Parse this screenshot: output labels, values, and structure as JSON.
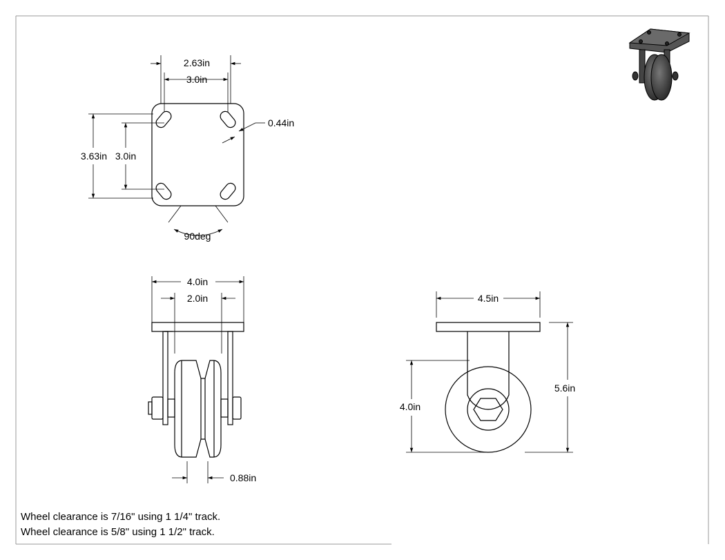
{
  "top_view": {
    "plate_width": "2.63in",
    "hole_spacing_x": "3.0in",
    "slot_width": "0.44in",
    "plate_height": "3.63in",
    "hole_spacing_y": "3.0in",
    "angle": "90deg"
  },
  "front_view": {
    "overall_width": "4.0in",
    "inner_width": "2.0in",
    "tread_width": "0.88in"
  },
  "side_view": {
    "plate_width": "4.5in",
    "wheel_diameter": "4.0in",
    "overall_height": "5.6in"
  },
  "notes": [
    "Wheel clearance is 7/16\" using 1 1/4\" track.",
    "Wheel clearance is 5/8\" using 1 1/2\" track."
  ]
}
